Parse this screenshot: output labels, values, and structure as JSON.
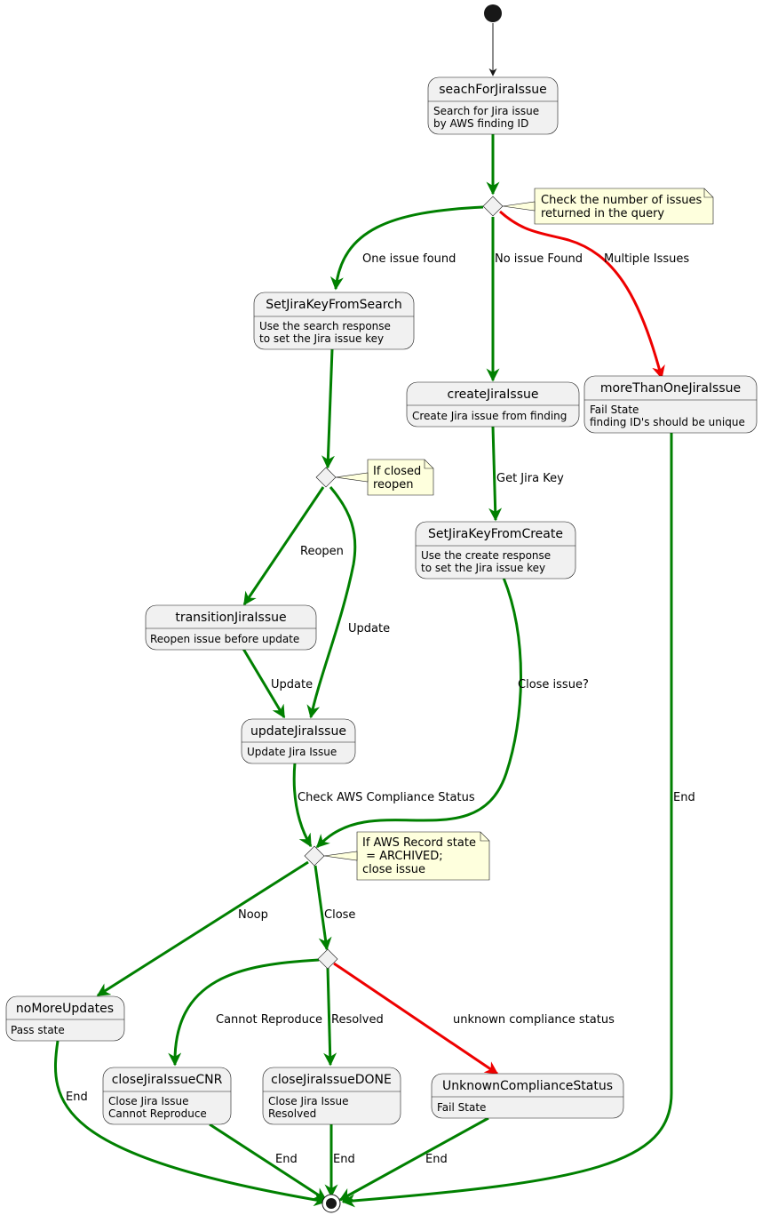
{
  "colors": {
    "success_edge": "#008000",
    "failure_edge": "#ee0000",
    "start_edge": "#181818",
    "state_fill": "#f1f1f1",
    "note_fill": "#feffdd"
  },
  "states": {
    "search": {
      "title": "seachForJiraIssue",
      "lines": [
        "Search for Jira issue",
        "by AWS finding ID"
      ]
    },
    "set_key_search": {
      "title": "SetJiraKeyFromSearch",
      "lines": [
        "Use the search response",
        "to set the Jira issue key"
      ]
    },
    "create": {
      "title": "createJiraIssue",
      "lines": [
        "Create Jira issue from finding"
      ]
    },
    "more_than_one": {
      "title": "moreThanOneJiraIssue",
      "lines": [
        "Fail State",
        "finding ID's should be unique"
      ]
    },
    "set_key_create": {
      "title": "SetJiraKeyFromCreate",
      "lines": [
        "Use the create response",
        "to set the Jira issue key"
      ]
    },
    "transition": {
      "title": "transitionJiraIssue",
      "lines": [
        "Reopen issue before update"
      ]
    },
    "update": {
      "title": "updateJiraIssue",
      "lines": [
        "Update Jira Issue"
      ]
    },
    "no_more_updates": {
      "title": "noMoreUpdates",
      "lines": [
        "Pass state"
      ]
    },
    "close_cnr": {
      "title": "closeJiraIssueCNR",
      "lines": [
        "Close Jira Issue",
        "Cannot Reproduce"
      ]
    },
    "close_done": {
      "title": "closeJiraIssueDONE",
      "lines": [
        "Close Jira Issue",
        "Resolved"
      ]
    },
    "unknown": {
      "title": "UnknownComplianceStatus",
      "lines": [
        "Fail State"
      ]
    }
  },
  "notes": {
    "check_count": [
      "Check the number of issues",
      "returned in the query"
    ],
    "if_closed": [
      "If closed",
      "reopen"
    ],
    "archived": [
      "If AWS Record state",
      " = ARCHIVED;",
      "close issue"
    ]
  },
  "edges": {
    "one_issue": "One issue found",
    "no_issue": "No issue Found",
    "multiple": "Multiple Issues",
    "get_key": "Get Jira Key",
    "reopen": "Reopen",
    "update_direct": "Update",
    "update_after_transition": "Update",
    "close_issue_q": "Close issue?",
    "check_compliance": "Check AWS Compliance Status",
    "noop": "Noop",
    "close": "Close",
    "cannot_reproduce": "Cannot Reproduce",
    "resolved": "Resolved",
    "unknown_status": "unknown compliance status",
    "end_more": "End",
    "end_nomore": "End",
    "end_cnr": "End",
    "end_done": "End",
    "end_unknown": "End"
  }
}
